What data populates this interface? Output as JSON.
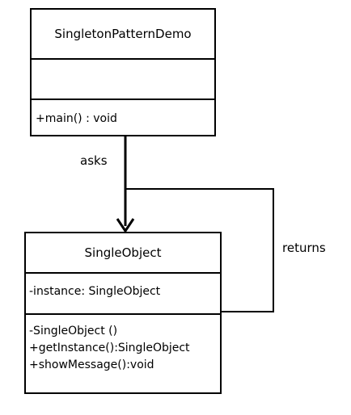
{
  "diagram": {
    "classes": [
      {
        "name": "SingletonPatternDemo",
        "attributes": [],
        "methods": [
          "+main() : void"
        ]
      },
      {
        "name": "SingleObject",
        "attributes": [
          "-instance: SingleObject"
        ],
        "methods": [
          "-SingleObject ()",
          "+getInstance():SingleObject",
          "+showMessage():void"
        ]
      }
    ],
    "edges": [
      {
        "from": "SingletonPatternDemo",
        "to": "SingleObject",
        "label": "asks"
      },
      {
        "from": "SingleObject",
        "to": "SingleObject",
        "label": "returns"
      }
    ]
  }
}
